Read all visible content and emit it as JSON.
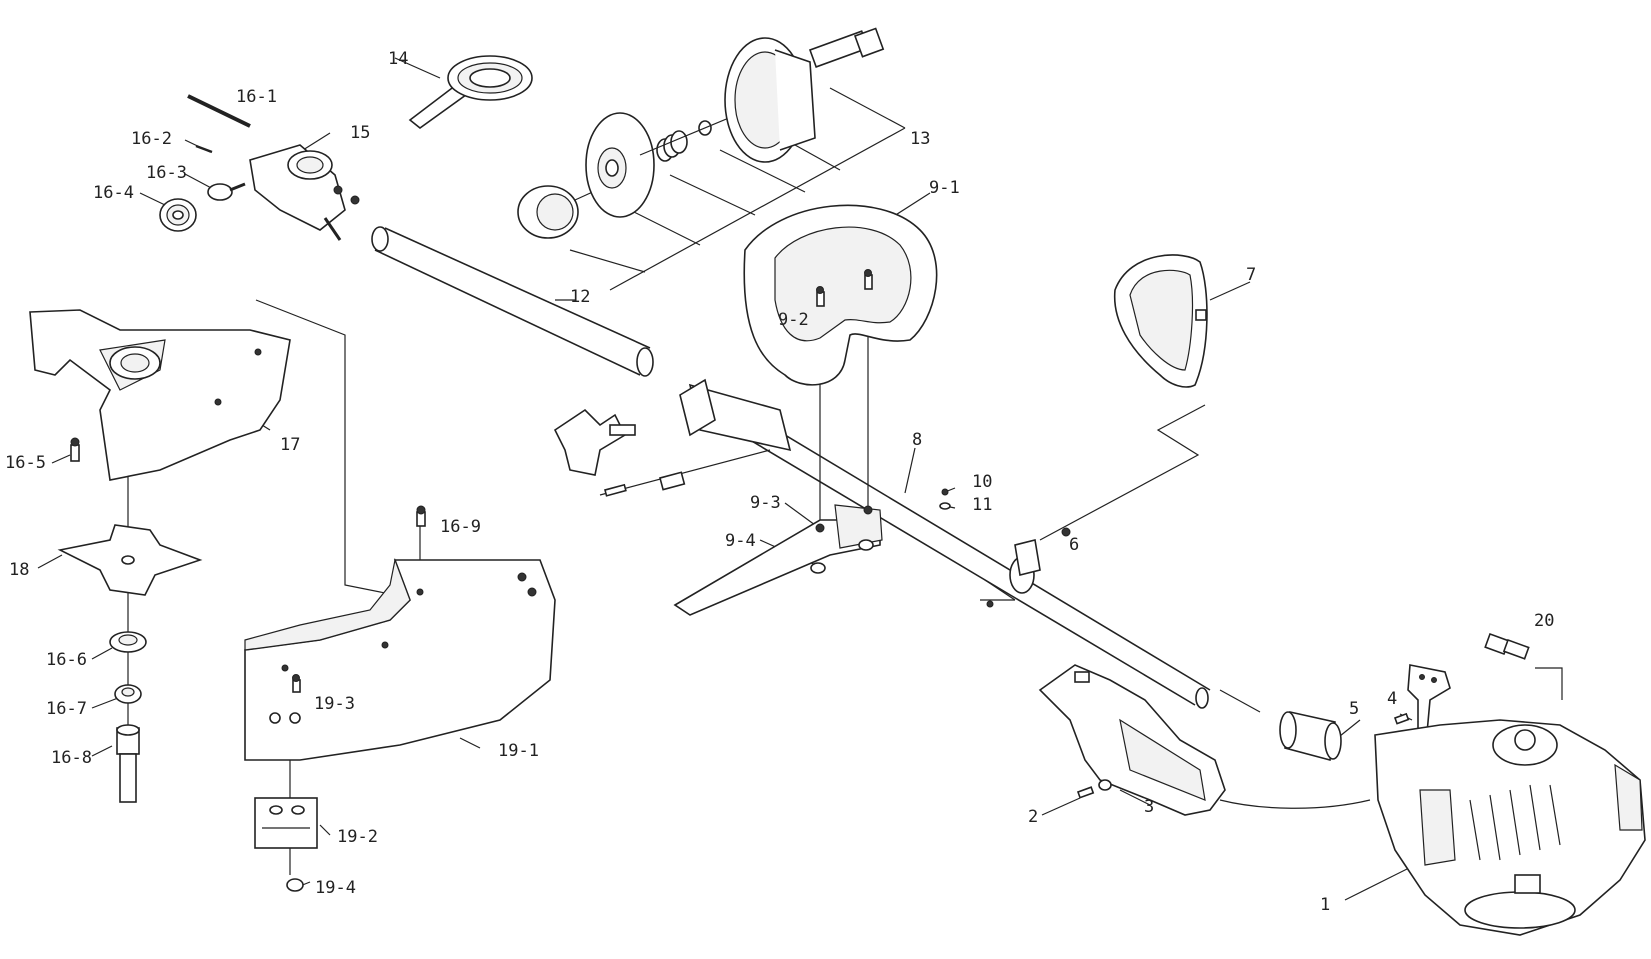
{
  "labels": {
    "l1": "1",
    "l2": "2",
    "l3": "3",
    "l4": "4",
    "l5": "5",
    "l6": "6",
    "l7": "7",
    "l8": "8",
    "l9_1": "9-1",
    "l9_2": "9-2",
    "l9_3": "9-3",
    "l9_4": "9-4",
    "l10": "10",
    "l11": "11",
    "l12": "12",
    "l13": "13",
    "l14": "14",
    "l15": "15",
    "l16_1": "16-1",
    "l16_2": "16-2",
    "l16_3": "16-3",
    "l16_4": "16-4",
    "l16_5": "16-5",
    "l16_6": "16-6",
    "l16_7": "16-7",
    "l16_8": "16-8",
    "l16_9": "16-9",
    "l17": "17",
    "l18": "18",
    "l19_1": "19-1",
    "l19_2": "19-2",
    "l19_3": "19-3",
    "l19_4": "19-4",
    "l20": "20"
  }
}
